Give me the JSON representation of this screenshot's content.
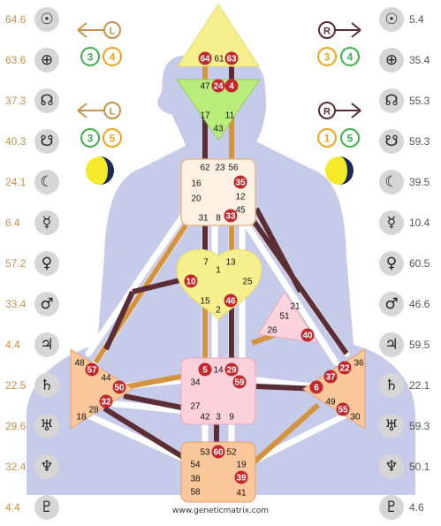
{
  "left_numbers": [
    "64.6",
    "63.6",
    "37.3",
    "40.3",
    "24.1",
    "6.4",
    "57.2",
    "33.4",
    "4.4",
    "22.5",
    "29.6",
    "32.4",
    "4.4"
  ],
  "right_numbers": [
    "5.4",
    "35.4",
    "55.3",
    "59.3",
    "39.5",
    "10.4",
    "60.5",
    "46.6",
    "59.5",
    "22.1",
    "59.3",
    "50.1",
    "4.6"
  ],
  "planets": [
    {
      "name": "sun-icon",
      "glyph": "☉"
    },
    {
      "name": "earth-icon",
      "glyph": "⊕"
    },
    {
      "name": "north-node-icon",
      "glyph": "☊"
    },
    {
      "name": "south-node-icon",
      "glyph": "☋"
    },
    {
      "name": "moon-icon",
      "glyph": "☾"
    },
    {
      "name": "mercury-icon",
      "glyph": "☿"
    },
    {
      "name": "venus-icon",
      "glyph": "♀"
    },
    {
      "name": "mars-icon",
      "glyph": "♂"
    },
    {
      "name": "jupiter-icon",
      "glyph": "♃"
    },
    {
      "name": "saturn-icon",
      "glyph": "♄"
    },
    {
      "name": "uranus-icon",
      "glyph": "♅"
    },
    {
      "name": "neptune-icon",
      "glyph": "♆"
    },
    {
      "name": "pluto-icon",
      "glyph": "♇"
    }
  ],
  "arrows": {
    "left_top": {
      "letter": "L",
      "nums": [
        "3",
        "4"
      ]
    },
    "left_bottom": {
      "letter": "L",
      "nums": [
        "3",
        "5"
      ]
    },
    "right_top": {
      "letter": "R",
      "nums": [
        "3",
        "4"
      ]
    },
    "right_bottom": {
      "letter": "R",
      "nums": [
        "1",
        "5"
      ]
    }
  },
  "gates": {
    "head": [
      "64",
      "61",
      "63"
    ],
    "ajna": [
      "47",
      "24",
      "4",
      "17",
      "11",
      "43"
    ],
    "throat": [
      "62",
      "23",
      "56",
      "16",
      "35",
      "20",
      "12",
      "45",
      "31",
      "8",
      "33"
    ],
    "g": [
      "7",
      "1",
      "13",
      "10",
      "25",
      "15",
      "2",
      "46"
    ],
    "ego": [
      "21",
      "51",
      "26",
      "40"
    ],
    "sacral": [
      "5",
      "14",
      "29",
      "34",
      "59",
      "27",
      "42",
      "3",
      "9"
    ],
    "spleen": [
      "48",
      "57",
      "44",
      "50",
      "32",
      "28",
      "18"
    ],
    "solar": [
      "36",
      "22",
      "37",
      "6",
      "49",
      "55",
      "30"
    ],
    "root": [
      "53",
      "60",
      "52",
      "54",
      "19",
      "38",
      "39",
      "58",
      "41"
    ]
  },
  "footer": "www.geneticmatrix.com",
  "colors": {
    "body": "#c7cbea",
    "channel_dark": "#5a2e34",
    "channel_orange": "#d4933f",
    "channel_white": "#ffffff",
    "gate_red": "#c0282d",
    "head": "#f5ee8c",
    "ajna": "#b9ed7c",
    "throat": "#fdf1e3",
    "g": "#f6ef8e",
    "ego": "#fbd3dc",
    "sacral": "#fbd0da",
    "motor": "#f9c79a",
    "root": "#f9c79a",
    "green": "#3bb14a",
    "orange": "#f2a21a",
    "moon_yellow": "#f4ea2a",
    "moon_dark": "#1a2a5a"
  }
}
